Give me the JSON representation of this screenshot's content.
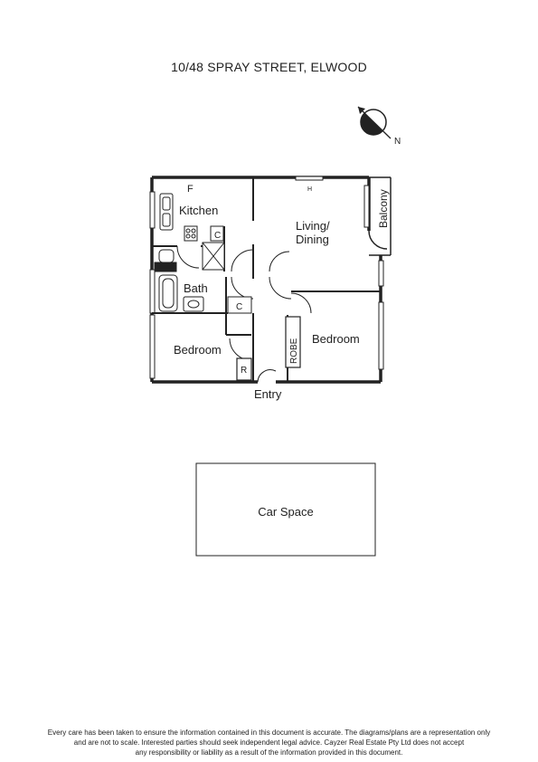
{
  "title": "10/48 SPRAY STREET, ELWOOD",
  "compass": {
    "label": "N"
  },
  "rooms": {
    "kitchen": "Kitchen",
    "fridge": "F",
    "living": [
      "Living/",
      "Dining"
    ],
    "heater": "H",
    "balcony": "Balcony",
    "cupboard_kitchen": "C",
    "bath": "Bath",
    "cupboard_bath": "C",
    "bedroom1": "Bedroom",
    "robe_small": "R",
    "robe": "ROBE",
    "bedroom2": "Bedroom",
    "entry": "Entry"
  },
  "car_space": "Car Space",
  "disclaimer": [
    "Every care has been taken to ensure the information contained in this document is accurate. The diagrams/plans are a representation only",
    "and are not to scale. Interested parties should seek independent legal advice. Cayzer Real Estate Pty Ltd does not accept",
    "any responsibility or liability as a result of the information provided in this document."
  ]
}
